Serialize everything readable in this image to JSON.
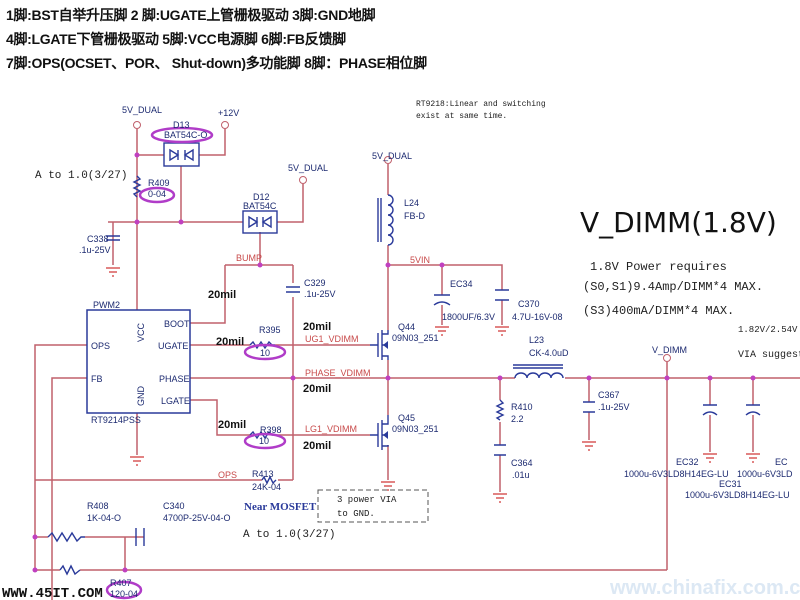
{
  "header": {
    "line1": "1脚:BST自举升压脚   2 脚:UGATE上管栅极驱动  3脚:GND地脚",
    "line2": "4脚:LGATE下管栅极驱动   5脚:VCC电源脚   6脚:FB反馈脚",
    "line3": "7脚:OPS(OCSET、POR、 Shut-down)多功能脚   8脚：PHASE相位脚"
  },
  "notes": {
    "rt9218_1": "RT9218:Linear and switching",
    "rt9218_2": "exist at same time.",
    "a_to_1": "A to 1.0(3/27)",
    "a_to_2": "A to 1.0(3/27)",
    "near_mosfet": "Near MOSFET",
    "via_box_1": "3 power VIA",
    "via_box_2": "to GND.",
    "title": "V_DIMM(1.8V)",
    "req1": "1.8V Power  requires",
    "req2": "(S0,S1)9.4Amp/DIMM*4 MAX.",
    "req3": "(S3)400mA/DIMM*4 MAX.",
    "volt": "1.82V/2.54V",
    "via_suggest": "VIA suggest"
  },
  "nets": {
    "v5dual_1": "5V_DUAL",
    "v5dual_2": "5V_DUAL",
    "v5dual_3": "5V_DUAL",
    "p12v": "+12V",
    "bump": "BUMP",
    "v5in": "5VIN",
    "ug1": "UG1_VDIMM",
    "phase": "PHASE_VDIMM",
    "lg1": "LG1_VDIMM",
    "ops": "OPS",
    "vdimm": "V_DIMM",
    "mil1": "20mil",
    "mil2": "20mil",
    "mil3": "20mil",
    "mil4": "20mil",
    "mil5": "20mil",
    "mil6": "20mil"
  },
  "components": {
    "d13": {
      "ref": "D13",
      "val": "BAT54C-O"
    },
    "d12": {
      "ref": "D12",
      "val": "BAT54C"
    },
    "r409": {
      "ref": "R409",
      "val": "0-04"
    },
    "c338": {
      "ref": "C338",
      "val": ".1u-25V"
    },
    "c329": {
      "ref": "C329",
      "val": ".1u-25V"
    },
    "pwm": {
      "ref": "PWM2",
      "part": "RT9214PSS",
      "pins": {
        "vcc": "VCC",
        "gnd": "GND",
        "boot": "BOOT",
        "ugate": "UGATE",
        "phase": "PHASE",
        "lgate": "LGATE",
        "ops": "OPS",
        "fb": "FB"
      }
    },
    "r395": {
      "ref": "R395",
      "val": "10"
    },
    "r398": {
      "ref": "R398",
      "val": "10"
    },
    "r413": {
      "ref": "R413",
      "val": "24K-04"
    },
    "l24": {
      "ref": "L24",
      "val": "FB-D"
    },
    "ec34": {
      "ref": "EC34",
      "val": "1800UF/6.3V"
    },
    "c370": {
      "ref": "C370",
      "val": "4.7U-16V-08"
    },
    "q44": {
      "ref": "Q44",
      "val": "09N03_251"
    },
    "q45": {
      "ref": "Q45",
      "val": "09N03_251"
    },
    "l23": {
      "ref": "L23",
      "val": "CK-4.0uD"
    },
    "r410": {
      "ref": "R410",
      "val": "2.2"
    },
    "c364": {
      "ref": "C364",
      "val": ".01u"
    },
    "c367": {
      "ref": "C367",
      "val": ".1u-25V"
    },
    "ec32": {
      "ref": "EC32",
      "val": "1000u-6V3LD8H14EG-LU"
    },
    "ec31": {
      "ref": "EC31",
      "val": "1000u-6V3LD8H14EG-LU"
    },
    "ec33": {
      "ref": "EC",
      "val": "1000u-6V3LD"
    },
    "r408": {
      "ref": "R408",
      "val": "1K-04-O"
    },
    "c340": {
      "ref": "C340",
      "val": "4700P-25V-04-O"
    },
    "r407": {
      "ref": "R407",
      "val": "120-04"
    }
  },
  "watermarks": {
    "left": "WWW.45IT.COM",
    "right": "www.chinafix.com.cn"
  },
  "colors": {
    "wire": "#c0606c",
    "component": "#2a3a9a",
    "node": "#c040c0",
    "highlight": "#b03cc8"
  }
}
